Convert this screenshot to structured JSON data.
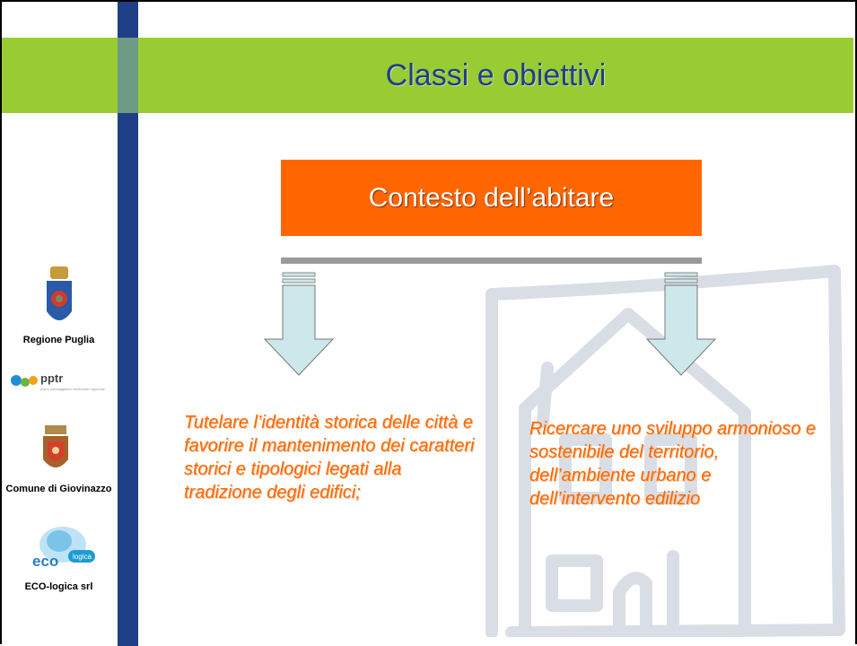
{
  "slide": {
    "title": "Classi e obiettivi",
    "box_label": "Contesto dell’abitare",
    "left_text": " Tutelare l’identità storica delle città e favorire il mantenimento dei caratteri storici e tipologici legati alla tradizione degli edifici;",
    "right_text": " Ricercare uno sviluppo armonioso e sostenibile del territorio, dell’ambiente urbano e dell’intervento edilizio"
  },
  "logos": {
    "regione": "Regione Puglia",
    "pptr": "pptr",
    "pptr_sub": "piano paesaggistico territoriale regionale",
    "comune": "Comune di Giovinazzo",
    "eco": "ECO-logica srl",
    "eco_mark": "eco",
    "eco_badge": "logica"
  },
  "colors": {
    "title_bar": "#99cc33",
    "stripe": "#1f3f86",
    "accent_orange": "#ff6600",
    "arrow_fill": "#cce8ea"
  }
}
